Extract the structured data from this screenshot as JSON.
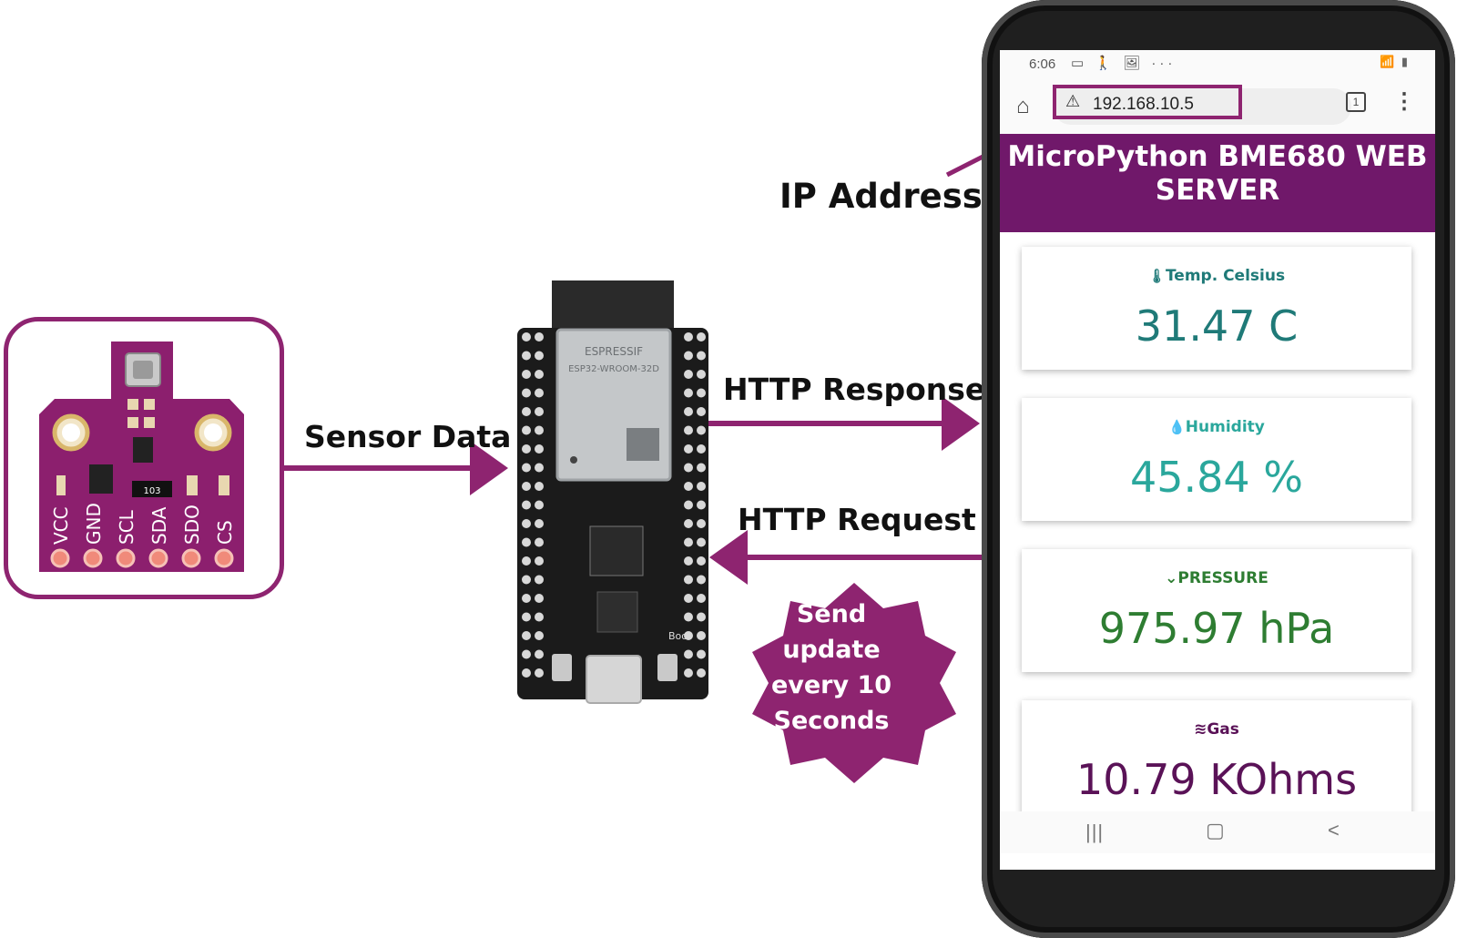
{
  "labels": {
    "sensor_data": "Sensor Data",
    "http_response": "HTTP Response",
    "http_request": "HTTP Request",
    "ip_address": "IP Address",
    "starburst": [
      "Send",
      "update",
      "every 10",
      "Seconds"
    ]
  },
  "sensor": {
    "pins": [
      "VCC",
      "GND",
      "SCL",
      "SDA",
      "SDO",
      "CS"
    ],
    "resistor_code": "103"
  },
  "board": {
    "module_text": [
      "ESPRESSIF",
      "ESP32-WROOM-32D"
    ],
    "boot_label": "Boot"
  },
  "phone": {
    "status_time": "6:06",
    "status_icons": "▭ 🚶 🖼 ···",
    "status_right": "📶 ▮",
    "url": "192.168.10.5",
    "tab_count": "1",
    "header_title_line1": "MicroPython BME680 WEB",
    "header_title_line2": "SERVER",
    "cards": [
      {
        "title": "Temp. Celsius",
        "icon": "thermometer-icon",
        "icon_glyph": "🌡",
        "value": "31.47 C",
        "color": "#1f7a78"
      },
      {
        "title": "Humidity",
        "icon": "droplet-icon",
        "icon_glyph": "💧",
        "value": "45.84 %",
        "color": "#2aa79c"
      },
      {
        "title": "PRESSURE",
        "icon": "double-chevron-down-icon",
        "icon_glyph": "⌄",
        "value": "975.97 hPa",
        "color": "#2e7d32"
      },
      {
        "title": "Gas",
        "icon": "wind-icon",
        "icon_glyph": "≋",
        "value": "10.79 KOhms",
        "color": "#5a1257"
      }
    ],
    "nav": {
      "recent": "|||",
      "home": "▢",
      "back": "<"
    }
  },
  "colors": {
    "accent": "#8e2470",
    "header_bg": "#70186a",
    "board": "#1b1b1b",
    "sensor_pcb": "#8c1f6e"
  }
}
